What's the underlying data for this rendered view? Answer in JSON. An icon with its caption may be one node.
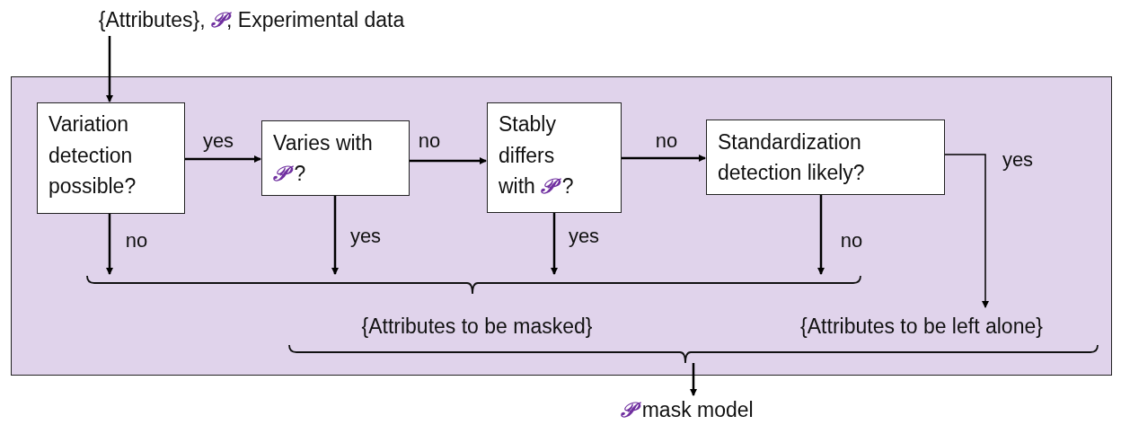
{
  "diagram": {
    "nodes": [
      {
        "text": [
          "{Attributes}, **𝒫**, Experimental data"
        ]
      },
      {
        "text": [],
        "shape": "box"
      },
      {
        "text": [
          "Variation detection possible?"
        ],
        "in": 1
      },
      {
        "text": [
          "Varies with **𝒫** ?"
        ],
        "in": 1
      },
      {
        "text": [
          "Stably differs with **𝒫** ?"
        ],
        "in": 1
      },
      {
        "text": [
          "Standardization detection likely?"
        ],
        "in": 1
      },
      {
        "text": [
          "{Attributes to be masked}"
        ],
        "in": 1
      },
      {
        "text": [
          "{Attributes to be left alone}"
        ],
        "in": 1
      },
      {
        "text": [],
        "shape": "bracket",
        "in": 1
      },
      {
        "text": [
          "**𝒫** mask model"
        ]
      }
    ],
    "edges": [
      {
        "from": 0,
        "to": 2,
        "arrow": "to"
      },
      {
        "from": 2,
        "to": 3,
        "arrow": "to",
        "label": "yes"
      },
      {
        "from": 3,
        "to": 4,
        "arrow": "to",
        "label": "no"
      },
      {
        "from": 4,
        "to": 5,
        "arrow": "to",
        "label": "no"
      },
      {
        "from": 5,
        "to": 7,
        "arrow": "to",
        "label": "yes"
      },
      {
        "from": 2,
        "to": 6,
        "arrow": "to",
        "label": "no"
      },
      {
        "from": 3,
        "to": 6,
        "arrow": "to",
        "label": "yes"
      },
      {
        "from": 4,
        "to": 6,
        "arrow": "to",
        "label": "yes"
      },
      {
        "from": 5,
        "to": 6,
        "arrow": "to",
        "label": "no"
      },
      {
        "from": 8,
        "to": 9,
        "arrow": "to"
      }
    ]
  }
}
